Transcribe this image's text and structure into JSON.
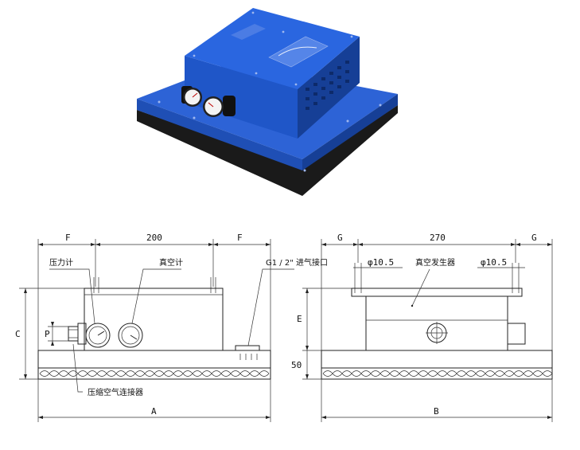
{
  "product_photo": {
    "label_plate_text": "",
    "colors": {
      "body": "#1f56c8",
      "body_dark": "#163f96",
      "base_pad": "#1a1a1a",
      "gauge_face": "#f4f4f4"
    },
    "parts": [
      "vacuum-generator-box",
      "base-plate",
      "rubber-pad",
      "pressure-gauge",
      "vacuum-gauge",
      "air-connector"
    ]
  },
  "front_view": {
    "dims": {
      "left": "F",
      "middle": "200",
      "right": "F",
      "height": "C",
      "width": "A",
      "port_offset": "P"
    },
    "labels": {
      "pressure_gauge": "压力计",
      "vacuum_gauge": "真空计",
      "air_inlet_size": "G1 / 2\"",
      "air_inlet": "进气接口",
      "compressed_air_connector": "压缩空气连接器"
    }
  },
  "side_view": {
    "dims": {
      "left": "G",
      "middle": "270",
      "right": "G",
      "height": "E",
      "base": "50",
      "width": "B",
      "hole_left": "φ10.5",
      "hole_right": "φ10.5"
    },
    "labels": {
      "vacuum_generator": "真空发生器"
    }
  }
}
